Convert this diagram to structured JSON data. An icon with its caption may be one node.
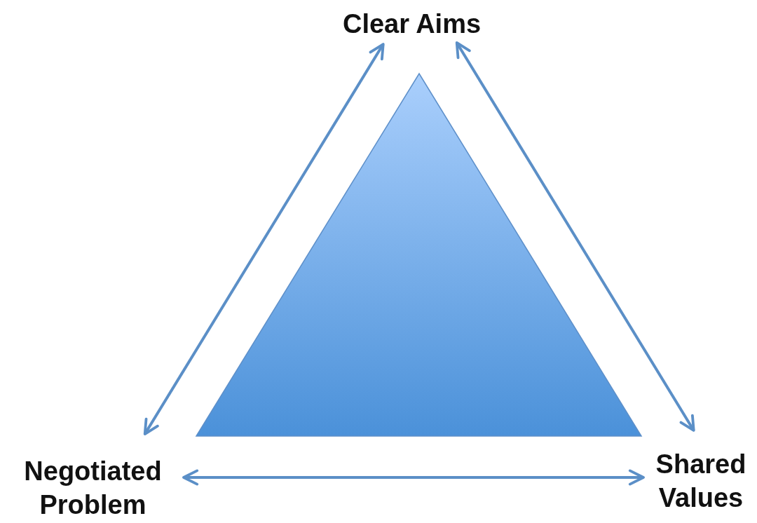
{
  "diagram": {
    "nodes": [
      {
        "text": [
          "Clear Aims"
        ]
      },
      {
        "text": [
          "Negotiated Problem"
        ]
      },
      {
        "text": [
          "Shared Values"
        ]
      }
    ],
    "edges": [
      {
        "from": 0,
        "to": 1,
        "arrow": "both"
      },
      {
        "from": 0,
        "to": 2,
        "arrow": "both"
      },
      {
        "from": 1,
        "to": 2,
        "arrow": "both"
      }
    ]
  }
}
